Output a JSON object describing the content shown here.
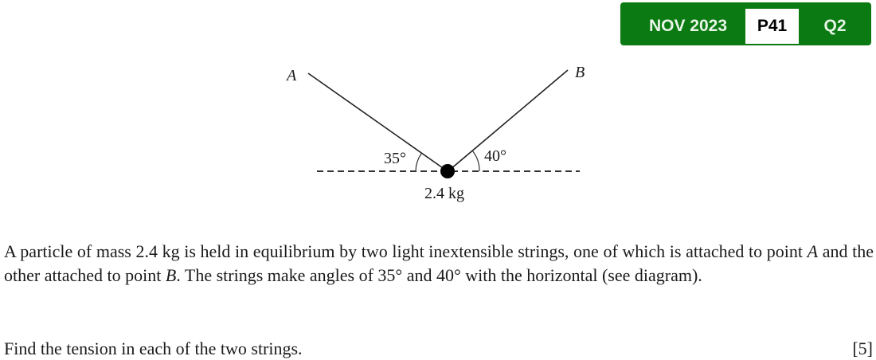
{
  "badge": {
    "session": "NOV 2023",
    "paper": "P41",
    "question": "Q2",
    "color": "#0b7a12"
  },
  "diagram": {
    "label_a": "A",
    "label_b": "B",
    "angle_a": "35°",
    "angle_b": "40°",
    "mass": "2.4 kg"
  },
  "question": {
    "text_parts": [
      "A particle of mass 2.4 kg is held in equilibrium by two light inextensible strings, one of which is attached to point ",
      "A",
      " and the other attached to point ",
      "B",
      ". The strings make angles of 35° and 40° with the horizontal (see diagram)."
    ],
    "task": "Find the tension in each of the two strings.",
    "marks": "[5]"
  }
}
